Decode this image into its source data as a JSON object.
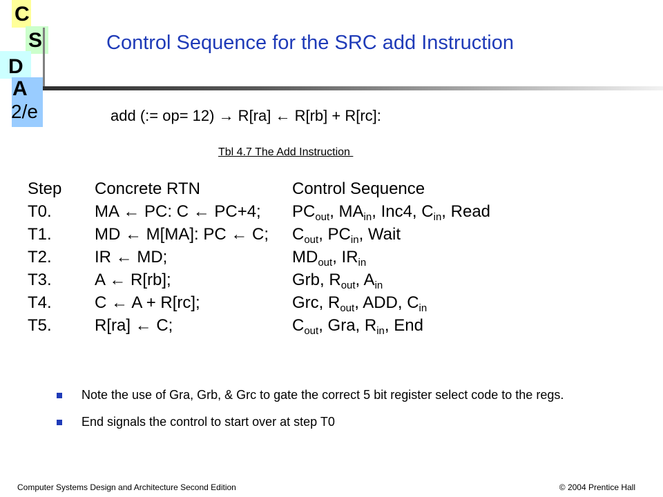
{
  "logo": {
    "letters": [
      "C",
      "S",
      "D",
      "A",
      "2/e"
    ],
    "colors": [
      "#ffff99",
      "#ccffcc",
      "#ccffff",
      "#99ccff"
    ]
  },
  "title": "Control Sequence for the SRC add Instruction",
  "subtitle": {
    "part1": "add (:= op= 12) ",
    "arrow1": "→",
    "part2": " R[ra] ",
    "arrow2": "←",
    "part3": " R[rb] + R[rc]:"
  },
  "caption": "Tbl 4.7 The Add Instruction ",
  "table": {
    "headers": {
      "step": "Step",
      "rtn": "Concrete RTN",
      "ctrl": "Control Sequence"
    },
    "rows": [
      {
        "step": "T0.",
        "rtn": "MA ← PC: C ← PC+4;",
        "ctrl": [
          [
            "PC",
            "out"
          ],
          [
            ", MA",
            "in"
          ],
          [
            ", Inc4, C",
            "in"
          ],
          [
            ", Read",
            ""
          ]
        ]
      },
      {
        "step": "T1.",
        "rtn": "MD ← M[MA]: PC ← C;",
        "ctrl": [
          [
            "C",
            "out"
          ],
          [
            ", PC",
            "in"
          ],
          [
            ", Wait",
            ""
          ]
        ]
      },
      {
        "step": "T2.",
        "rtn": "IR ← MD;",
        "ctrl": [
          [
            "MD",
            "out"
          ],
          [
            ", IR",
            "in"
          ]
        ]
      },
      {
        "step": "T3.",
        "rtn": "A ← R[rb];",
        "ctrl": [
          [
            "Grb, R",
            "out"
          ],
          [
            ", A",
            "in"
          ]
        ]
      },
      {
        "step": "T4.",
        "rtn": "C ← A + R[rc];",
        "ctrl": [
          [
            "Grc, R",
            "out"
          ],
          [
            ", ADD, C",
            "in"
          ]
        ]
      },
      {
        "step": "T5.",
        "rtn": "R[ra] ← C;",
        "ctrl": [
          [
            "C",
            "out"
          ],
          [
            ", Gra, R",
            "in"
          ],
          [
            ", End",
            ""
          ]
        ]
      }
    ]
  },
  "bullets": [
    "Note the use of Gra, Grb, & Grc to gate the correct 5 bit register select code to the regs.",
    "End signals the control to start over at step T0"
  ],
  "footer": {
    "left": "Computer Systems Design and Architecture Second Edition",
    "right": "© 2004 Prentice Hall"
  }
}
